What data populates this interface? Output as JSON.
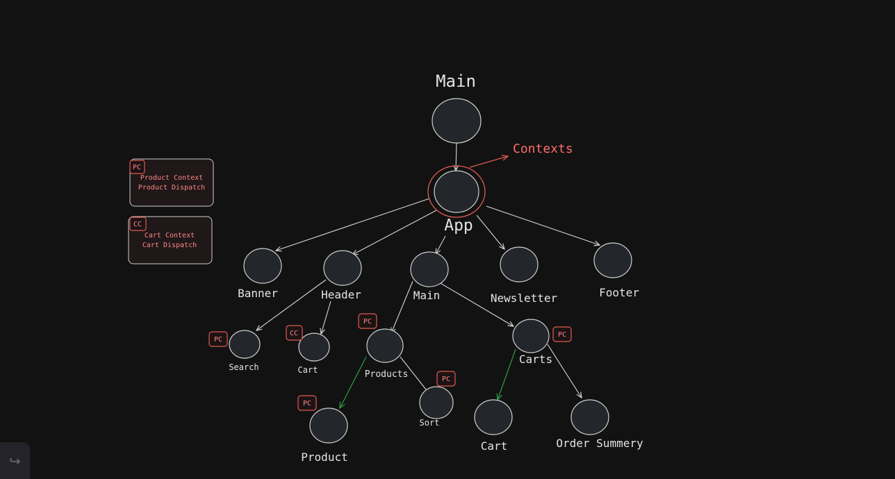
{
  "colors": {
    "background": "#121212",
    "node_fill": "#23262a",
    "context_accent": "#e25a52",
    "context_text": "#ff8787",
    "green_edge": "#2f9e44"
  },
  "labels": {
    "root_title": "Main",
    "contexts": "Contexts",
    "app": "App",
    "banner": "Banner",
    "header": "Header",
    "main": "Main",
    "newsletter": "Newsletter",
    "footer": "Footer",
    "search": "Search",
    "header_cart": "Cart",
    "products": "Products",
    "carts": "Carts",
    "product": "Product",
    "sort": "Sort",
    "carts_cart": "Cart",
    "order_summary": "Order Summery"
  },
  "badges": {
    "pc": "PC",
    "cc": "CC"
  },
  "legend": {
    "product": {
      "badge": "PC",
      "line1": "Product Context",
      "line2": "Product Dispatch"
    },
    "cart": {
      "badge": "CC",
      "line1": "Cart Context",
      "line2": "Cart Dispatch"
    }
  },
  "toolbar": {
    "redo_icon": "redo-arrow-icon",
    "redo_glyph": "↪"
  }
}
